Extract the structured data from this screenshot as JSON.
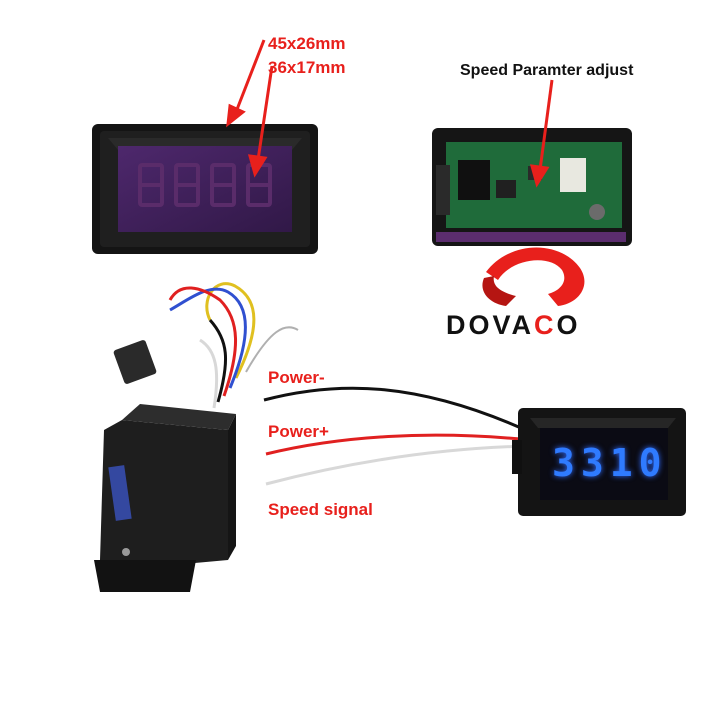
{
  "labels": {
    "size_outer": "45x26mm",
    "size_window": "36x17mm",
    "speed_adjust": "Speed Paramter adjust",
    "power_minus": "Power-",
    "power_plus": "Power+",
    "speed_signal": "Speed signal"
  },
  "brand": {
    "prefix": "DOVA",
    "accent": "C",
    "suffix": "O"
  },
  "display": {
    "reading": "3310"
  },
  "colors": {
    "label_red": "#e8201c",
    "brand_red": "#e8201c",
    "display_blue": "#2f7bff",
    "wire_black": "#111111",
    "wire_red": "#e02020",
    "wire_white": "#d8d8d8",
    "wire_yellow": "#e0c020",
    "wire_blue": "#3050d0",
    "pcb_green": "#1f6b3a",
    "display_purple": "#3a1f52"
  }
}
